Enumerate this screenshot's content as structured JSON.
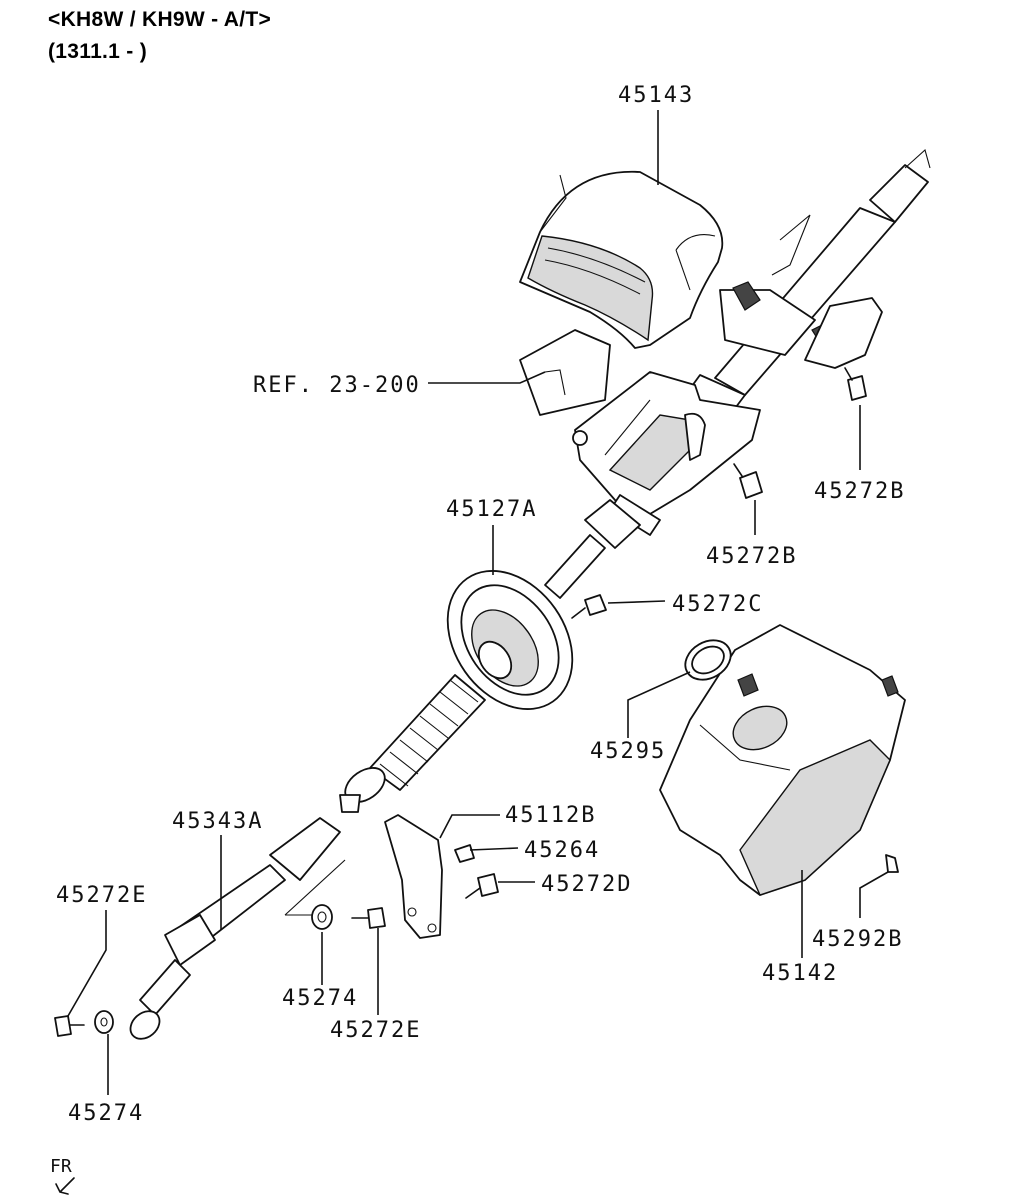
{
  "header": {
    "model_line": "<KH8W / KH9W - A/T>",
    "date_line": "(1311.1 - )"
  },
  "callouts": {
    "c45143": "45143",
    "ref": "REF. 23-200",
    "c45272B_1": "45272B",
    "c45127A": "45127A",
    "c45272B_2": "45272B",
    "c45272C": "45272C",
    "c45295": "45295",
    "c45343A": "45343A",
    "c45112B": "45112B",
    "c45264": "45264",
    "c45272D": "45272D",
    "c45272E_1": "45272E",
    "c45292B": "45292B",
    "c45142": "45142",
    "c45274_1": "45274",
    "c45272E_2": "45272E",
    "c45274_2": "45274"
  },
  "direction_marker": "FR"
}
